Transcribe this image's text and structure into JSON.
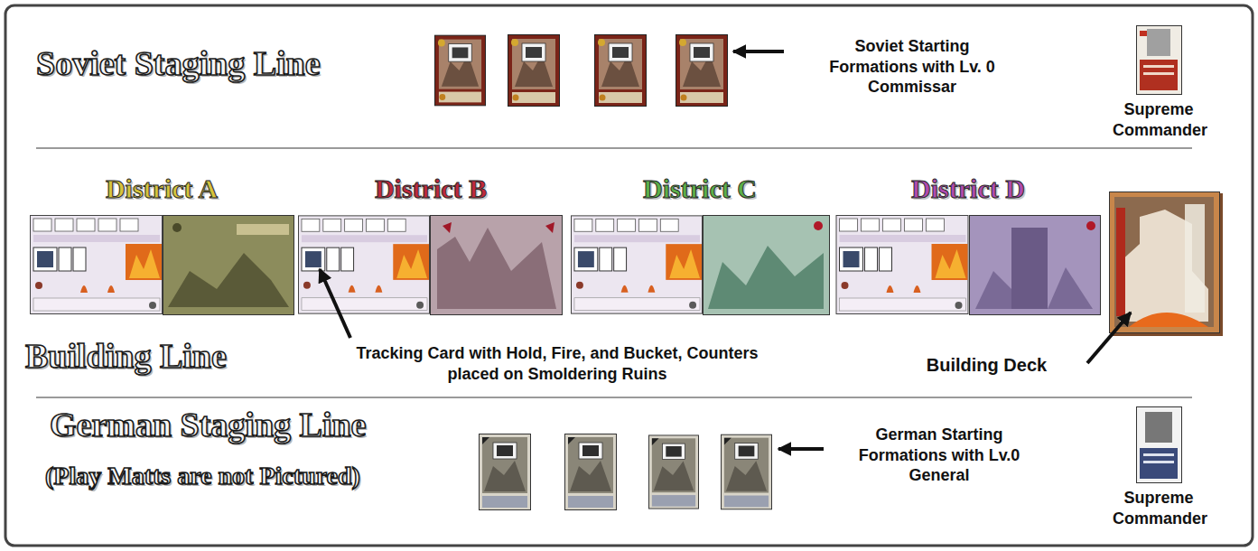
{
  "diagram": {
    "nodes": [
      {
        "text": [
          "Supreme Commander"
        ]
      },
      {
        "text": [
          "District A"
        ]
      },
      {
        "text": [
          "District B"
        ]
      },
      {
        "text": [
          "District C"
        ]
      },
      {
        "text": [
          "District D"
        ]
      },
      {
        "text": [
          "Supreme Commander"
        ]
      }
    ],
    "labels": [
      "Soviet Staging Line",
      "Soviet Starting Formations with Lv. 0 Commissar",
      "Building Line",
      "Tracking Card with Hold, Fire, and Bucket, Counters placed on Smoldering Ruins",
      "Building Deck",
      "German Staging Line",
      "(Play Matts are not Pictured)",
      "German Starting Formations with Lv.0 General"
    ]
  }
}
